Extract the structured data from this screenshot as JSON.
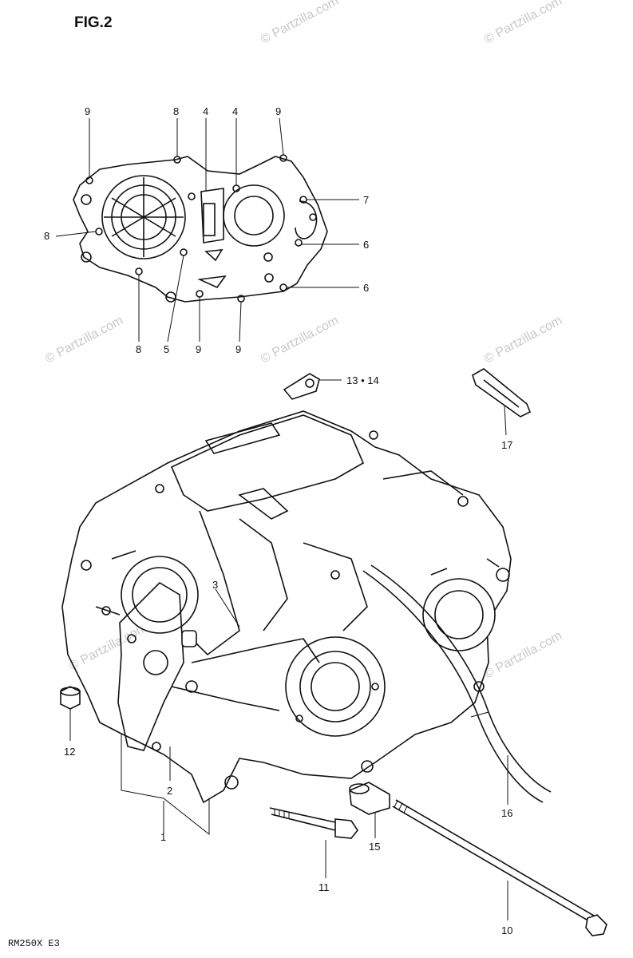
{
  "figure": {
    "title": "FIG.2",
    "footer": "RM250X E3"
  },
  "watermark": "© Partzilla.com",
  "callouts": {
    "top_cover": [
      "9",
      "8",
      "4",
      "4",
      "9",
      "7",
      "8",
      "6",
      "6",
      "8",
      "5",
      "9",
      "9"
    ],
    "crankcase": [
      "13-14",
      "17",
      "3",
      "12",
      "2",
      "1",
      "16",
      "15",
      "11",
      "10"
    ]
  },
  "parts": [
    {
      "key": "1",
      "label": "1"
    },
    {
      "key": "2",
      "label": "2"
    },
    {
      "key": "3",
      "label": "3"
    },
    {
      "key": "4",
      "label": "4"
    },
    {
      "key": "5",
      "label": "5"
    },
    {
      "key": "6",
      "label": "6"
    },
    {
      "key": "7",
      "label": "7"
    },
    {
      "key": "8",
      "label": "8"
    },
    {
      "key": "9",
      "label": "9"
    },
    {
      "key": "10",
      "label": "10"
    },
    {
      "key": "11",
      "label": "11"
    },
    {
      "key": "12",
      "label": "12"
    },
    {
      "key": "13-14",
      "label": "13 • 14"
    },
    {
      "key": "15",
      "label": "15"
    },
    {
      "key": "16",
      "label": "16"
    },
    {
      "key": "17",
      "label": "17"
    }
  ]
}
